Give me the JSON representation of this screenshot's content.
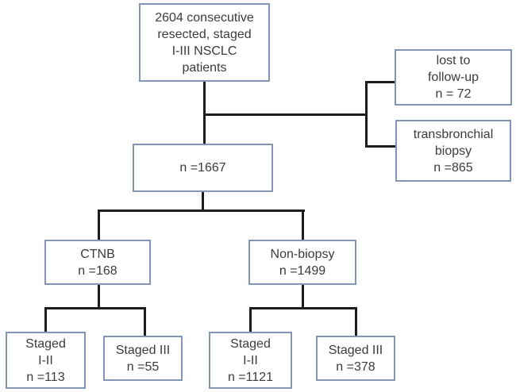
{
  "diagram": {
    "description": "Patient selection flowchart for resected staged I-III NSCLC study",
    "nodes": {
      "root": {
        "lines": [
          "2604 consecutive",
          "resected, staged",
          "I-III NSCLC",
          "patients"
        ]
      },
      "lost_to_followup": {
        "lines": [
          "lost to",
          "follow-up",
          "n = 72"
        ]
      },
      "transbronchial": {
        "lines": [
          "transbronchial",
          "biopsy",
          "n =865"
        ]
      },
      "cohort": {
        "lines": [
          "n =1667"
        ]
      },
      "ctnb": {
        "lines": [
          "CTNB",
          "n =168"
        ]
      },
      "nonbiopsy": {
        "lines": [
          "Non-biopsy",
          "n =1499"
        ]
      },
      "ctnb_staged12": {
        "lines": [
          "Staged",
          "I-II",
          "n =113"
        ]
      },
      "ctnb_staged3": {
        "lines": [
          "Staged III",
          "n =55"
        ]
      },
      "nonbiopsy_staged12": {
        "lines": [
          "Staged",
          "I-II",
          "n =1121"
        ]
      },
      "nonbiopsy_staged3": {
        "lines": [
          "Staged III",
          "n =378"
        ]
      }
    },
    "colors": {
      "box_border": "#8295b6",
      "connector": "#1d1d1d",
      "text": "#3b3b3b",
      "background": "#ffffff"
    }
  }
}
